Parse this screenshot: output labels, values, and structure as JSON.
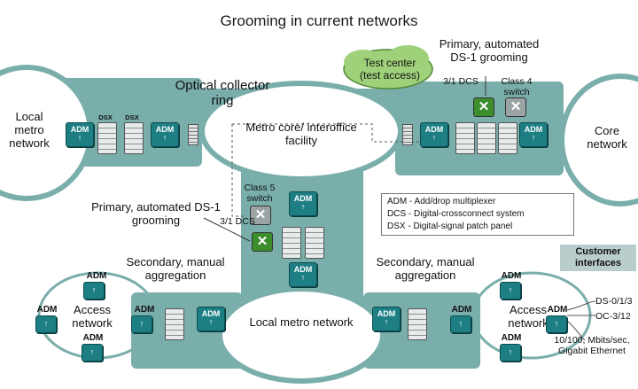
{
  "title": "Grooming in current networks",
  "labels": {
    "local_metro_left": "Local metro network",
    "optical_collector_ring": "Optical collector ring",
    "metro_core": "Metro core/ interoffice facility",
    "core_network": "Core network",
    "test_center": "Test center (test access)",
    "primary_grooming_top": "Primary, automated DS-1 grooming",
    "primary_grooming_mid": "Primary, automated DS-1 grooming",
    "secondary_left": "Secondary, manual aggregation",
    "secondary_right": "Secondary, manual aggregation",
    "access_left": "Access network",
    "access_right": "Access network",
    "local_metro_bottom": "Local metro network",
    "customer_interfaces": "Customer interfaces",
    "ds013": "DS-0/1/3",
    "oc312": "OC-3/12",
    "ethernet": "10/100, Mbits/sec, Gigabit Ethernet"
  },
  "devices": {
    "adm": "ADM",
    "dcs": "DCS",
    "dsx": "DSX",
    "dcs_31_top": "3/1 DCS",
    "dcs_31_mid": "3/1 DCS",
    "class4": "Class 4 switch",
    "class5": "Class 5 switch"
  },
  "legend": [
    "ADM - Add/drop multiplexer",
    "DCS - Digital-crossconnect system",
    "DSX - Digital-signal patch panel"
  ],
  "colors": {
    "panel": "#79aeab",
    "adm": "#1d7f84",
    "switch_green": "#3c8d2c",
    "cloud": "#9fd07a"
  }
}
